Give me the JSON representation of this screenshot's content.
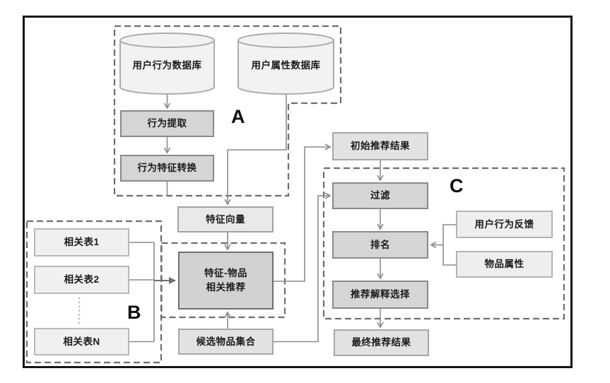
{
  "groups": {
    "a": "A",
    "b": "B",
    "c": "C"
  },
  "nodes": {
    "db_user_behavior": {
      "label": "用户行为数据库",
      "type": "database"
    },
    "db_user_attribute": {
      "label": "用户属性数据库",
      "type": "database"
    },
    "behavior_extraction": {
      "label": "行为提取"
    },
    "behavior_feature_transform": {
      "label": "行为特征转换"
    },
    "feature_vector": {
      "label": "特征向量"
    },
    "feature_item_rec": {
      "label_line1": "特征-物品",
      "label_line2": "相关推荐"
    },
    "related_table_1": {
      "label": "相关表1"
    },
    "related_table_2": {
      "label": "相关表2"
    },
    "related_table_n": {
      "label": "相关表N"
    },
    "candidate_item_set": {
      "label": "候选物品集合"
    },
    "initial_results": {
      "label": "初始推荐结果"
    },
    "filter": {
      "label": "过滤"
    },
    "ranking": {
      "label": "排名"
    },
    "explanation_selection": {
      "label": "推荐解释选择"
    },
    "final_results": {
      "label": "最终推荐结果"
    },
    "user_behavior_feedback": {
      "label": "用户行为反馈"
    },
    "item_attributes": {
      "label": "物品属性"
    }
  },
  "colors": {
    "frame_border": "#161616",
    "dashed_group": "#6e6e6e",
    "connector": "#8c8c8c",
    "connector_dark": "#6f6f6f",
    "process_fill": "#d5d5d5",
    "main_fill": "#d2d2d2",
    "light_fill": "#f0f0f0",
    "cylinder_fill": "#f2f2f2",
    "text": "#1b1b1b"
  }
}
